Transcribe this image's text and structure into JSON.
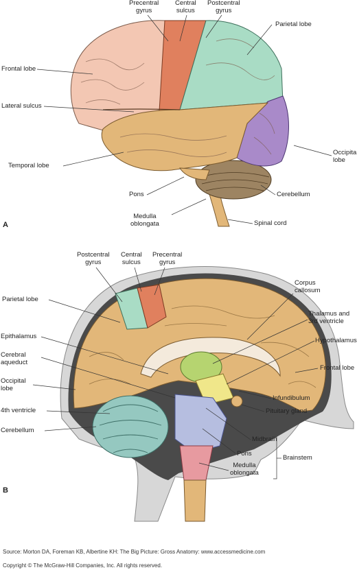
{
  "panel_a": {
    "letter": "A",
    "labels": {
      "precentral": "Precentral\ngyrus",
      "central": "Central\nsulcus",
      "postcentral": "Postcentral\ngyrus",
      "parietal": "Parietal lobe",
      "frontal": "Frontal lobe",
      "lateral_sulcus": "Lateral sulcus",
      "occipital": "Occipital\nlobe",
      "temporal": "Temporal lobe",
      "pons": "Pons",
      "cerebellum": "Cerebellum",
      "medulla": "Medulla\noblongata",
      "spinal_cord": "Spinal cord"
    }
  },
  "panel_b": {
    "letter": "B",
    "labels": {
      "postcentral": "Postcentral\ngyrus",
      "central": "Central\nsulcus",
      "precentral": "Precentral\ngyrus",
      "corpus_callosum": "Corpus\ncallosum",
      "parietal": "Parietal lobe",
      "thalamus": "Thalamus and\n3rd ventricle",
      "epithalamus": "Epithalamus",
      "hypothalamus": "Hypothalamus",
      "cerebral_aqueduct": "Cerebral\naqueduct",
      "frontal": "Frontal lobe",
      "occipital": "Occipital\nlobe",
      "infundibulum": "Infundibulum",
      "fourth_ventricle": "4th ventricle",
      "pituitary": "Pituitary gland",
      "cerebellum": "Cerebellum",
      "midbrain": "Midbrain",
      "pons": "Pons",
      "brainstem": "Brainstem",
      "medulla": "Medulla\noblongata"
    }
  },
  "credits": {
    "source": "Source: Morton DA, Foreman KB, Albertine KH: The Big Picture: Gross Anatomy: www.accessmedicine.com",
    "copyright": "Copyright © The McGraw-Hill Companies, Inc. All rights reserved."
  },
  "colors": {
    "frontal": "#f3c7b3",
    "precentral": "#e0805e",
    "postcentral": "#a9dcc5",
    "parietal": "#a9dcc5",
    "occipital": "#a98ac9",
    "temporal": "#e2b779",
    "cerebellum": "#9d8462",
    "cerebellum_b": "#95c8c0",
    "midbrain": "#b6bee0",
    "pons": "#b6bee0",
    "medulla": "#e79aa0",
    "thalamus": "#b6d470",
    "hypothalamus": "#f0e78a",
    "skull": "#d7d7d7"
  }
}
